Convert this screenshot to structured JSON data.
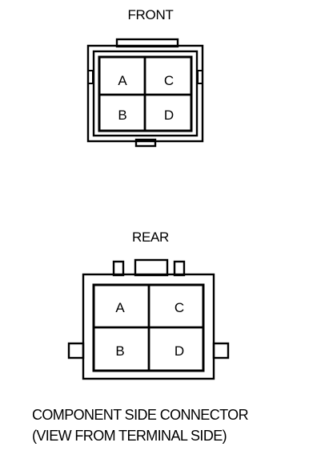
{
  "front": {
    "title": "FRONT",
    "cavities": [
      "A",
      "C",
      "B",
      "D"
    ]
  },
  "rear": {
    "title": "REAR",
    "cavities": [
      "A",
      "C",
      "B",
      "D"
    ]
  },
  "caption": {
    "line1": "COMPONENT SIDE CONNECTOR",
    "line2": "(VIEW FROM TERMINAL SIDE)"
  }
}
